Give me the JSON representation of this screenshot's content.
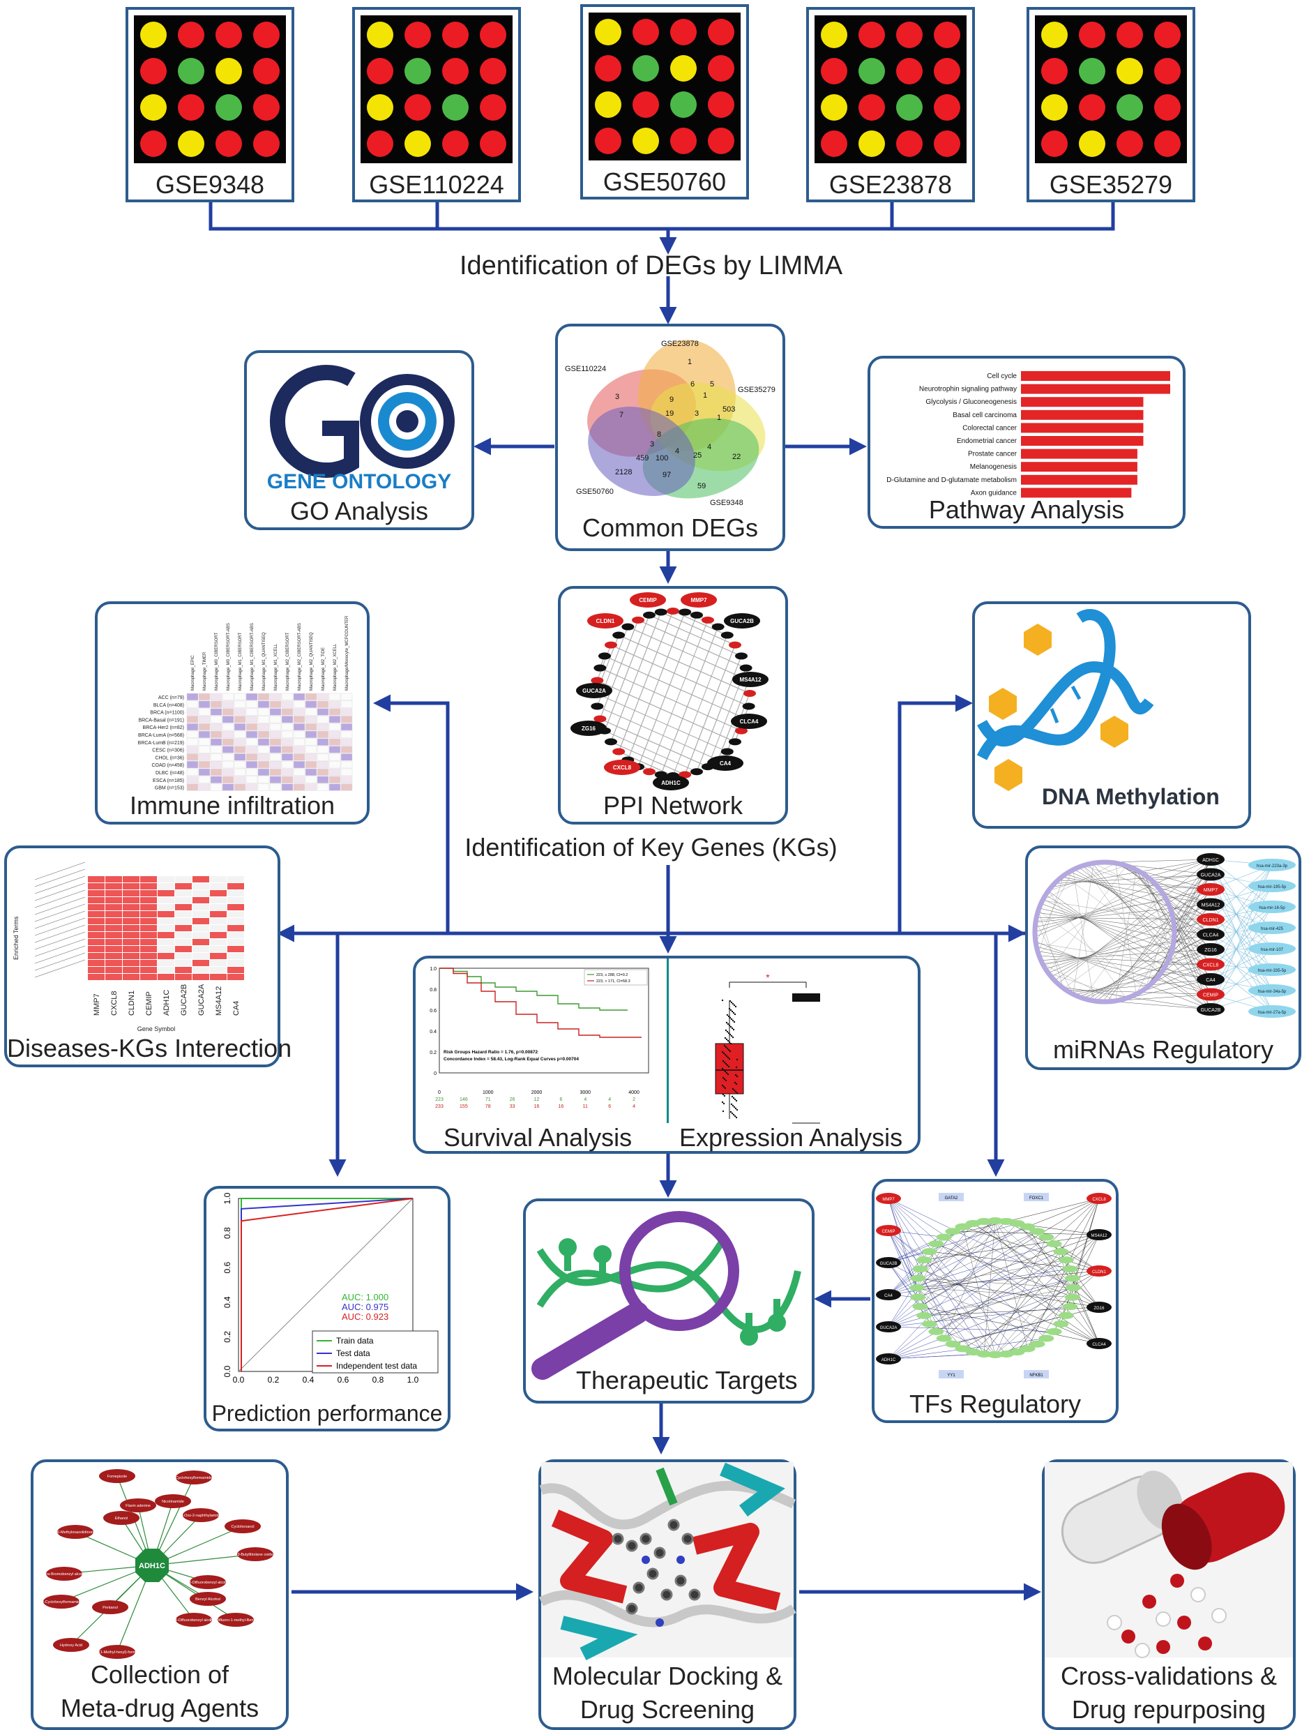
{
  "datasets": [
    "GSE9348",
    "GSE110224",
    "GSE50760",
    "GSE23878",
    "GSE35279"
  ],
  "step_degs": "Identification of DEGs by LIMMA",
  "common_degs": {
    "caption": "Common DEGs",
    "sets": [
      "GSE110224",
      "GSE23878",
      "GSE35279",
      "GSE9348",
      "GSE50760"
    ],
    "numbers": [
      "3",
      "1",
      "6",
      "5",
      "9",
      "1",
      "503",
      "19",
      "3",
      "8",
      "7",
      "3",
      "4",
      "25",
      "4",
      "22",
      "459",
      "100",
      "2128",
      "97",
      "59",
      "1"
    ]
  },
  "go": {
    "logo_text": "GENE ONTOLOGY",
    "caption": "GO Analysis"
  },
  "pathway": {
    "caption": "Pathway Analysis",
    "bars": [
      {
        "label": "Cell cycle",
        "value": 1.0
      },
      {
        "label": "Neurotrophin signaling pathway",
        "value": 1.0
      },
      {
        "label": "Glycolysis / Gluconeogenesis",
        "value": 0.82
      },
      {
        "label": "Basal cell carcinoma",
        "value": 0.82
      },
      {
        "label": "Colorectal cancer",
        "value": 0.82
      },
      {
        "label": "Endometrial cancer",
        "value": 0.82
      },
      {
        "label": "Prostate cancer",
        "value": 0.78
      },
      {
        "label": "Melanogenesis",
        "value": 0.78
      },
      {
        "label": "D-Glutamine and D-glutamate metabolism",
        "value": 0.78
      },
      {
        "label": "Axon guidance",
        "value": 0.74
      }
    ]
  },
  "ppi": {
    "caption": "PPI Network",
    "highlight_nodes": [
      "CEMIP",
      "MMP7",
      "CLDN1",
      "GUCA2B",
      "GUCA2A",
      "MS4A12",
      "ZG16",
      "CLCA4",
      "CXCL8",
      "CA4",
      "ADH1C"
    ]
  },
  "step_kgs": "Identification of Key Genes (KGs)",
  "immune": {
    "caption": "Immune infiltration",
    "rows": [
      "ACC (n=79)",
      "BLCA (n=408)",
      "BRCA (n=1100)",
      "BRCA-Basal (n=191)",
      "BRCA-Her2 (n=82)",
      "BRCA-LumA (n=568)",
      "BRCA-LumB (n=219)",
      "CESC (n=306)",
      "CHOL (n=36)",
      "COAD (n=458)",
      "DLBC (n=48)",
      "ESCA (n=185)",
      "GBM (n=153)"
    ],
    "cols": [
      "Macrophage_EPIC",
      "Macrophage_TIMER",
      "Macrophage_M0_CIBERSORT",
      "Macrophage_M0_CIBERSORT-ABS",
      "Macrophage_M1_CIBERSORT",
      "Macrophage_M1_CIBERSORT-ABS",
      "Macrophage_M1_QUANTISEQ",
      "Macrophage_M1_XCELL",
      "Macrophage_M2_CIBERSORT",
      "Macrophage_M2_CIBERSORT-ABS",
      "Macrophage_M2_QUANTISEQ",
      "Macrophage_M2_TIDE",
      "Macrophage_M2_XCELL",
      "Macrophage/Monocyte_MCPCOUNTER"
    ]
  },
  "methylation": {
    "caption": "DNA Methylation"
  },
  "diseases": {
    "caption": "Diseases-KGs Interection",
    "y_title": "Enriched Terms",
    "x_title": "Gene Symbol",
    "genes": [
      "MMP7",
      "CXCL8",
      "CLDN1",
      "CEMIP",
      "ADH1C",
      "GUCA2B",
      "GUCA2A",
      "MS4A12",
      "CA4"
    ]
  },
  "mirna": {
    "caption": "miRNAs Regulatory",
    "genes": [
      "ADH1C",
      "GUCA2A",
      "MMP7",
      "MS4A12",
      "CLDN1",
      "CLCA4",
      "ZG16",
      "CXCL8",
      "CA4",
      "CEMIP",
      "GUCA2B"
    ],
    "mirnas": [
      "hsa-mir-223a-3p",
      "hsa-mir-195-5p",
      "hsa-mir-16-5p",
      "hsa-mir-425",
      "hsa-mir-107",
      "hsa-mir-335-5p",
      "hsa-mir-34a-5p",
      "hsa-mir-27a-5p"
    ]
  },
  "survival": {
    "caption": "Survival Analysis",
    "legend": [
      "223, ≤ 288, CI=0.2",
      "223, > 171, CI=58.3"
    ],
    "stats_1": "Risk Groups Hazard Ratio = 1.76, p=0.00872",
    "stats_2": "Concordance Index = 58.43, Log-Rank Equal Curves p=0.00704",
    "x_ticks": [
      "0",
      "1000",
      "2000",
      "3000",
      "4000"
    ],
    "y_ticks": [
      "0",
      "0.2",
      "0.4",
      "0.6",
      "0.8",
      "1.0"
    ],
    "risk_low": [
      "223",
      "146",
      "71",
      "26",
      "12",
      "6",
      "4",
      "4",
      "2"
    ],
    "risk_high": [
      "233",
      "155",
      "78",
      "33",
      "16",
      "16",
      "11",
      "6",
      "4"
    ],
    "colors": {
      "low_risk": "#3c9a2e",
      "high_risk": "#c8201e"
    }
  },
  "expression": {
    "caption": "Expression Analysis",
    "sig": "*"
  },
  "prediction": {
    "caption": "Prediction performance",
    "auc": [
      "AUC: 1.000",
      "AUC: 0.975",
      "AUC: 0.923"
    ],
    "legend": [
      "Train data",
      "Test data",
      "Independent test data"
    ],
    "ticks": [
      "0.0",
      "0.2",
      "0.4",
      "0.6",
      "0.8",
      "1.0"
    ],
    "colors": [
      "#2eb82e",
      "#3333cc",
      "#d62020"
    ]
  },
  "therapeutic": {
    "caption": "Therapeutic Targets"
  },
  "tfs": {
    "caption": "TFs Regulatory",
    "left_genes": [
      "MMP7",
      "CEMIP",
      "GUCA2B",
      "CA4",
      "GUCA2A",
      "ADH1C"
    ],
    "right_genes": [
      "CXCL8",
      "MS4A12",
      "CLDN1",
      "ZG16",
      "CLCA4"
    ],
    "top_tfs": [
      "GATA2",
      "FOXC1"
    ],
    "bottom_tfs": [
      "YY1",
      "NFKB1"
    ]
  },
  "metadrug": {
    "caption_1": "Collection of",
    "caption_2": "Meta-drug Agents",
    "hub": "ADH1C",
    "drugs": [
      "Fomepizole",
      "Cyclohexylformamide",
      "Nicotinamide",
      "Ethanol",
      "5-Oxo-2-naphthylamide",
      "Flavin adenine",
      "Cyclohexanol",
      "16-Methyloxazolidinone",
      "3-Butylthiolane oxide",
      "Para-Bromobenzyl alcohol",
      "2,3-Difluorobenzyl alcohol",
      "N-Cyclohexylformamide",
      "Pentanol",
      "Benzyl Alcohol",
      "2,4-Difluorobenzyl alcohol",
      "2,4-Difluoro-1-methyl-Benzene",
      "Hydroxy Acid",
      "(R)-N-(1-Methyl-hexyl)-formamide"
    ]
  },
  "docking": {
    "caption_1": "Molecular Docking &",
    "caption_2": "Drug Screening"
  },
  "crossval": {
    "caption_1": "Cross-validations &",
    "caption_2": "Drug repurposing"
  }
}
